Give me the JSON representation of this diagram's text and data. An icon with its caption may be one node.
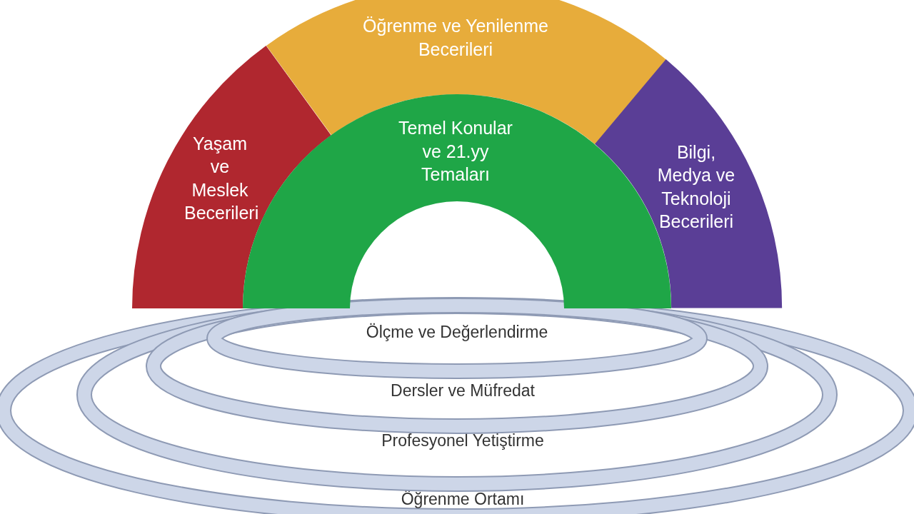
{
  "diagram": {
    "nodes": [
      {
        "text": [
          "Yaşam ve Meslek Becerileri"
        ]
      },
      {
        "text": [
          "Öğrenme ve Yenilenme Becerileri"
        ]
      },
      {
        "text": [
          "Bilgi, Medya ve Teknoloji Becerileri"
        ]
      },
      {
        "text": [
          "Temel Konular ve 21.yy Temaları"
        ]
      },
      {
        "text": [
          "Ölçme ve Değerlendirme"
        ],
        "in": 5
      },
      {
        "text": [
          "Dersler ve Müfredat"
        ],
        "in": 6
      },
      {
        "text": [
          "Profesyonel Yetiştirme"
        ],
        "in": 7
      },
      {
        "text": [
          "Öğrenme Ortamı"
        ]
      }
    ]
  }
}
